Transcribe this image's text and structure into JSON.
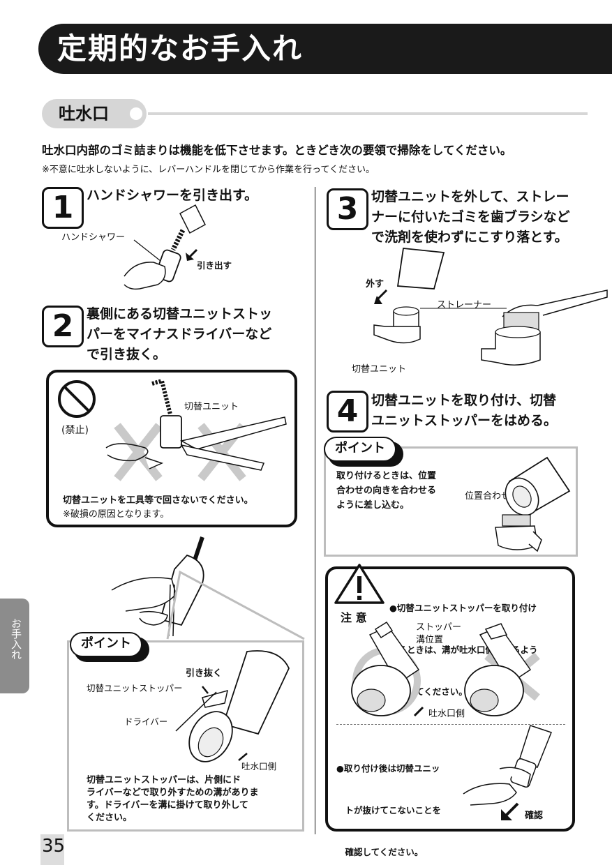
{
  "page_title": "定期的なお手入れ",
  "section_title": "吐水口",
  "intro": "吐水口内部のゴミ詰まりは機能を低下させます。ときどき次の要領で掃除をしてください。",
  "note": "※不意に吐水しないように、レバーハンドルを閉じてから作業を行ってください。",
  "steps": [
    {
      "num": "1",
      "lines": [
        "ハンドシャワーを引き出す。"
      ]
    },
    {
      "num": "2",
      "lines": [
        "裏側にある切替ユニットストッ",
        "パーをマイナスドライバーなど",
        "で引き抜く。"
      ]
    },
    {
      "num": "3",
      "lines": [
        "切替ユニットを外して、ストレー",
        "ナーに付いたゴミを歯ブラシなど",
        "で洗剤を使わずにこすり落とす。"
      ]
    },
    {
      "num": "4",
      "lines": [
        "切替ユニットを取り付け、切替",
        "ユニットストッパーをはめる。"
      ]
    }
  ],
  "step1_labels": {
    "hand_shower": "ハンドシャワー",
    "pull_out": "引き出す"
  },
  "prohibit": {
    "label": "(禁止)",
    "unit_label": "切替ユニット",
    "warning": "切替ユニットを工具等で回さないでください。",
    "warning_note": "※破損の原因となります。"
  },
  "point_left": {
    "tag": "ポイント",
    "pull": "引き抜く",
    "stopper": "切替ユニットストッパー",
    "driver": "ドライバー",
    "spout_side": "吐水口側",
    "text": [
      "切替ユニットストッパーは、片側にド",
      "ライバーなどで取り外すための溝がありま",
      "す。ドライバーを溝に掛けて取り外して",
      "ください。"
    ]
  },
  "step3_labels": {
    "remove": "外す",
    "strainer": "ストレーナー",
    "unit": "切替ユニット"
  },
  "point_right": {
    "tag": "ポイント",
    "text": [
      "取り付けるときは、位置",
      "合わせの向きを合わせる",
      "ように差し込む。"
    ],
    "align": "位置合わせ"
  },
  "caution": {
    "label": "注 意",
    "text1": [
      "●切替ユニットストッパーを取り付け",
      "　るときは、溝が吐水口側になるよう",
      "　にしてください。"
    ],
    "stopper": "ストッパー",
    "groove": "溝位置",
    "spout_side": "吐水口側",
    "text2": [
      "●取り付け後は切替ユニッ",
      "　トが抜けてこないことを",
      "　確認してください。"
    ],
    "confirm": "確認"
  },
  "side_tab": "お手入れ",
  "page_number": "35"
}
